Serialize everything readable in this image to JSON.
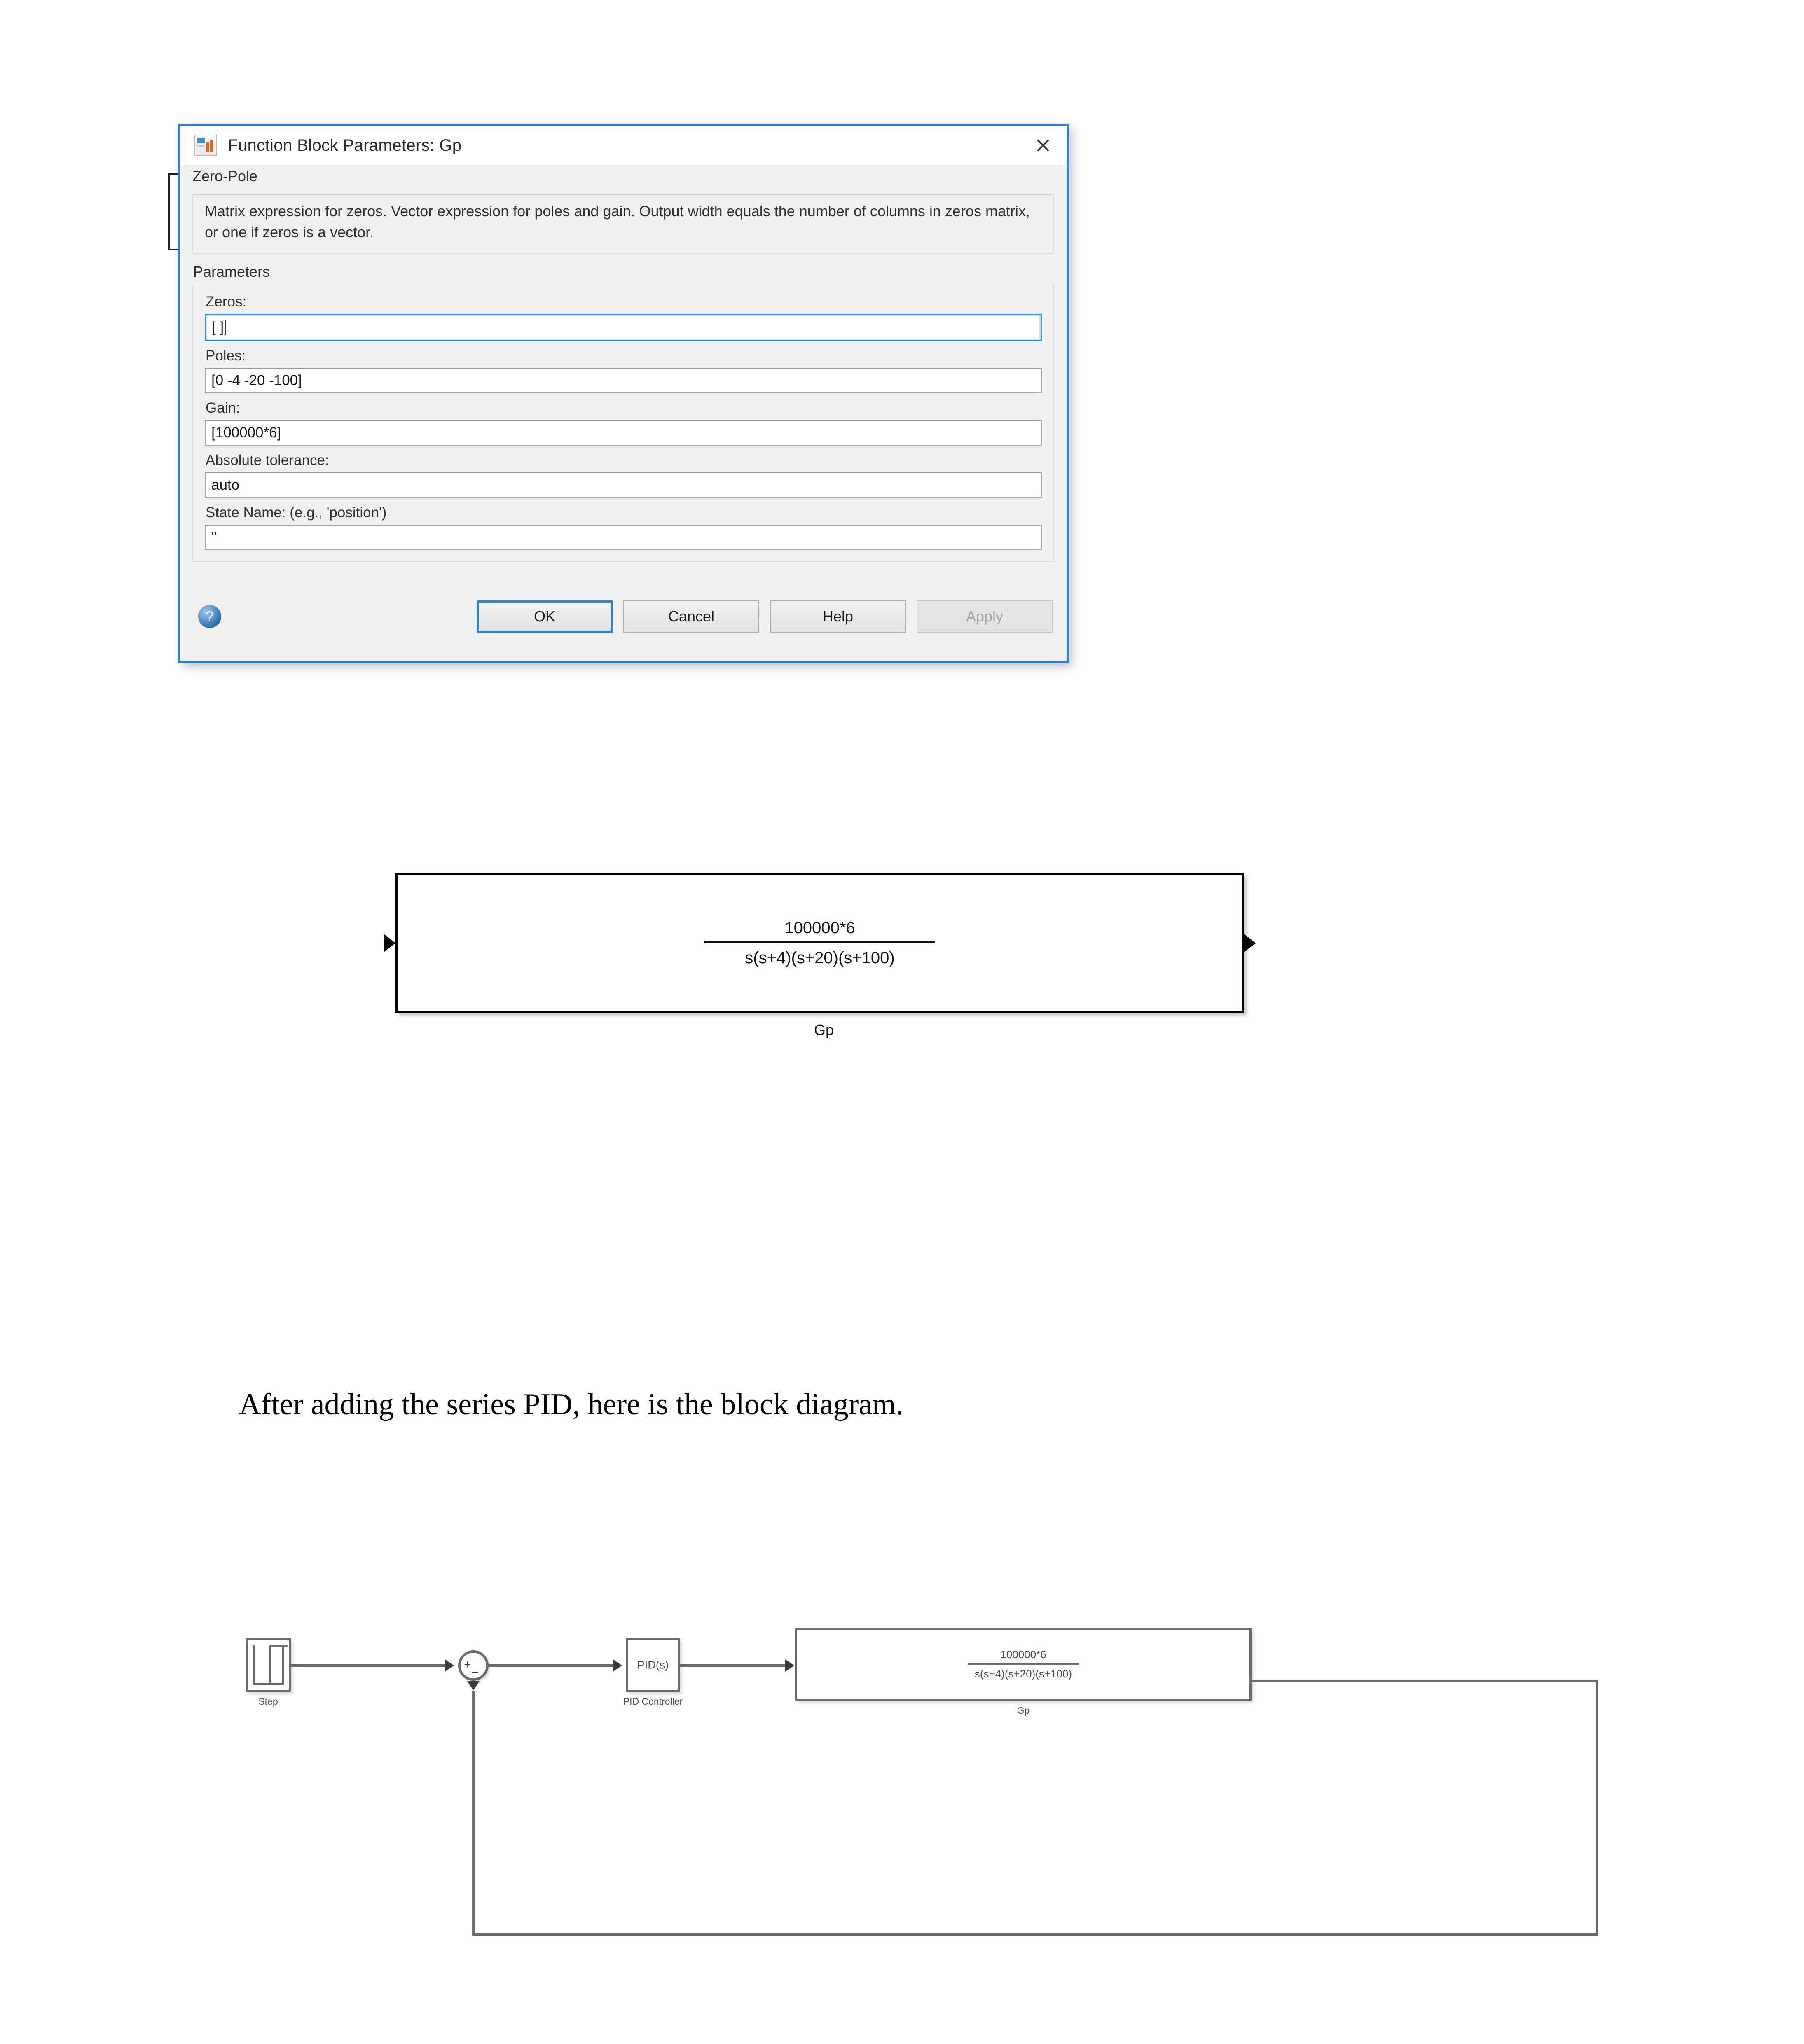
{
  "dialog": {
    "title": "Function Block Parameters: Gp",
    "app_icon": "simulink-block-icon",
    "close_icon": "close-icon",
    "block_type": "Zero-Pole",
    "description": "Matrix expression for zeros.  Vector expression for poles and gain.  Output width equals the number of columns in zeros matrix, or one if zeros is a vector.",
    "parameters_heading": "Parameters",
    "fields": [
      {
        "label": "Zeros:",
        "value": "[ ]",
        "focused": true
      },
      {
        "label": "Poles:",
        "value": "[0 -4 -20 -100]",
        "focused": false
      },
      {
        "label": "Gain:",
        "value": "[100000*6]",
        "focused": false
      },
      {
        "label": "Absolute tolerance:",
        "value": "auto",
        "focused": false
      },
      {
        "label": "State Name: (e.g., 'position')",
        "value": "''",
        "focused": false
      }
    ],
    "help_icon": "help-orb-icon",
    "buttons": [
      {
        "label": "OK",
        "state": "primary"
      },
      {
        "label": "Cancel",
        "state": "normal"
      },
      {
        "label": "Help",
        "state": "normal"
      },
      {
        "label": "Apply",
        "state": "disabled"
      }
    ]
  },
  "plant_block": {
    "numerator": "100000*6",
    "denominator": "s(s+4)(s+20)(s+100)",
    "caption": "Gp"
  },
  "paragraph": "After adding the series PID, here is the block diagram.",
  "block_diagram": {
    "step": {
      "caption": "Step",
      "icon": "step-waveform-icon"
    },
    "sum": {
      "plus": "+",
      "minus": "−"
    },
    "pid": {
      "inner_label": "PID(s)",
      "caption": "PID Controller"
    },
    "plant": {
      "numerator": "100000*6",
      "denominator": "s(s+4)(s+20)(s+100)",
      "caption": "Gp"
    }
  }
}
